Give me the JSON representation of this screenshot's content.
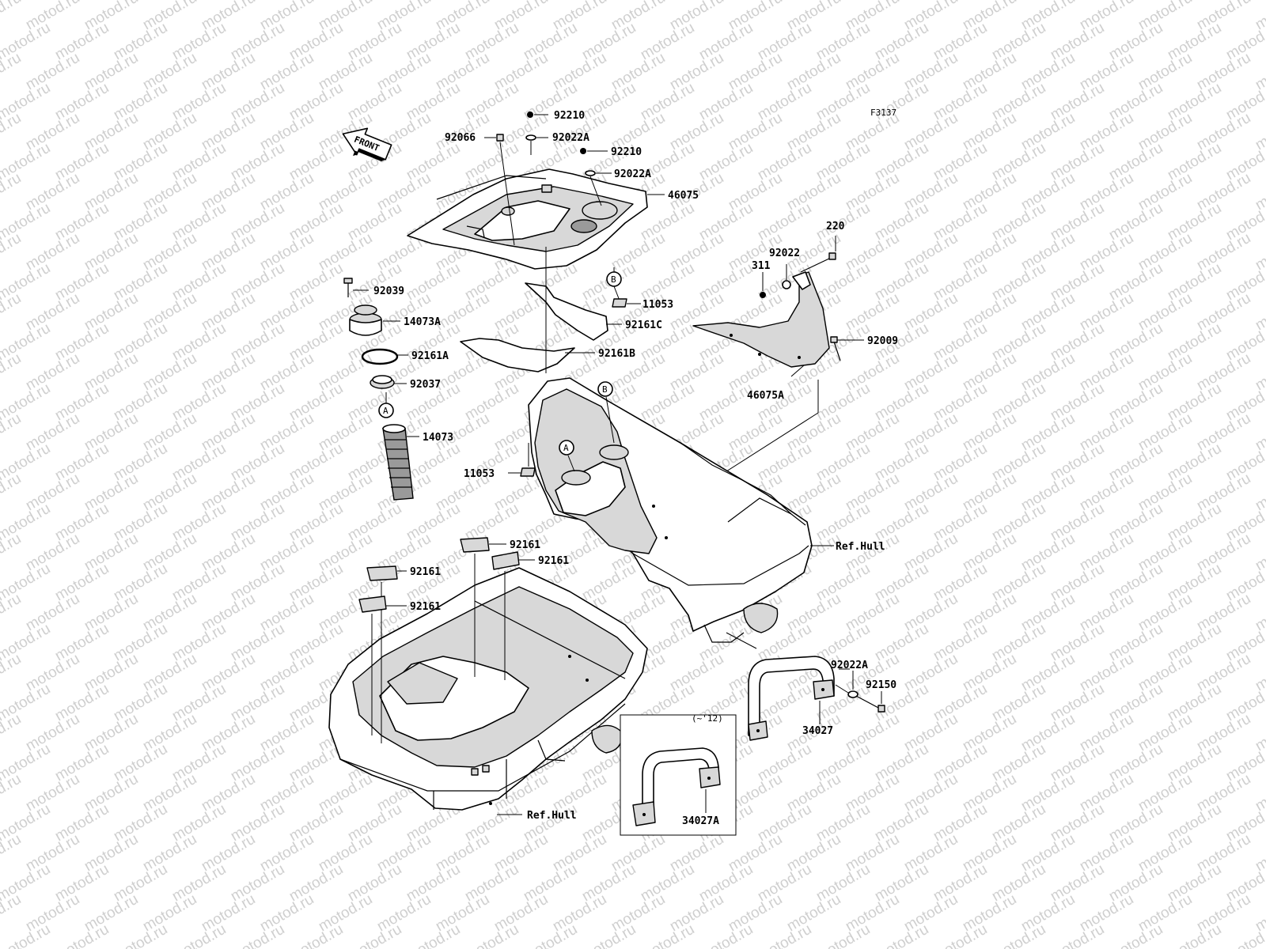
{
  "diagram": {
    "figure_code": "F3137",
    "front_marker": "FRONT",
    "watermark": "motod.ru",
    "inset_note": "(~'12)",
    "callouts": [
      {
        "id": "c-92210-1",
        "text": "92210"
      },
      {
        "id": "c-92066",
        "text": "92066"
      },
      {
        "id": "c-92022A-1",
        "text": "92022A"
      },
      {
        "id": "c-92210-2",
        "text": "92210"
      },
      {
        "id": "c-92022A-2",
        "text": "92022A"
      },
      {
        "id": "c-46075",
        "text": "46075"
      },
      {
        "id": "c-220",
        "text": "220"
      },
      {
        "id": "c-92022",
        "text": "92022"
      },
      {
        "id": "c-311",
        "text": "311"
      },
      {
        "id": "c-92039",
        "text": "92039"
      },
      {
        "id": "c-11053-1",
        "text": "11053"
      },
      {
        "id": "c-14073A",
        "text": "14073A"
      },
      {
        "id": "c-92161C",
        "text": "92161C"
      },
      {
        "id": "c-92009",
        "text": "92009"
      },
      {
        "id": "c-92161A",
        "text": "92161A"
      },
      {
        "id": "c-92161B",
        "text": "92161B"
      },
      {
        "id": "c-46075A",
        "text": "46075A"
      },
      {
        "id": "c-92037",
        "text": "92037"
      },
      {
        "id": "c-14073",
        "text": "14073"
      },
      {
        "id": "c-11053-2",
        "text": "11053"
      },
      {
        "id": "c-refhull-1",
        "text": "Ref.Hull"
      },
      {
        "id": "c-92161-1",
        "text": "92161"
      },
      {
        "id": "c-92161-2",
        "text": "92161"
      },
      {
        "id": "c-92161-3",
        "text": "92161"
      },
      {
        "id": "c-92161-4",
        "text": "92161"
      },
      {
        "id": "c-92022A-3",
        "text": "92022A"
      },
      {
        "id": "c-92150",
        "text": "92150"
      },
      {
        "id": "c-34027",
        "text": "34027"
      },
      {
        "id": "c-34027A",
        "text": "34027A"
      },
      {
        "id": "c-refhull-2",
        "text": "Ref.Hull"
      }
    ],
    "reference_marks": [
      "A",
      "B",
      "A",
      "B"
    ]
  }
}
